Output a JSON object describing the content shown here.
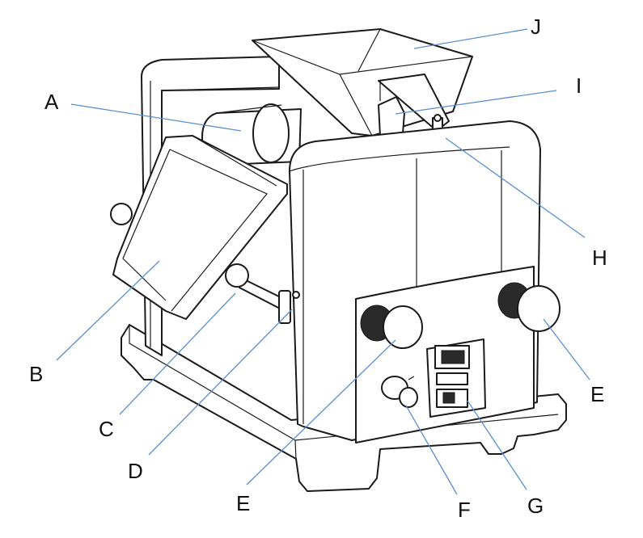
{
  "figure": {
    "leader_color": "#5b8fd0",
    "callouts": [
      {
        "id": "A",
        "text": "A"
      },
      {
        "id": "B",
        "text": "B"
      },
      {
        "id": "C",
        "text": "C"
      },
      {
        "id": "D",
        "text": "D"
      },
      {
        "id": "E1",
        "text": "E"
      },
      {
        "id": "E2",
        "text": "E"
      },
      {
        "id": "F",
        "text": "F"
      },
      {
        "id": "G",
        "text": "G"
      },
      {
        "id": "H",
        "text": "H"
      },
      {
        "id": "I",
        "text": "I"
      },
      {
        "id": "J",
        "text": "J"
      }
    ]
  }
}
